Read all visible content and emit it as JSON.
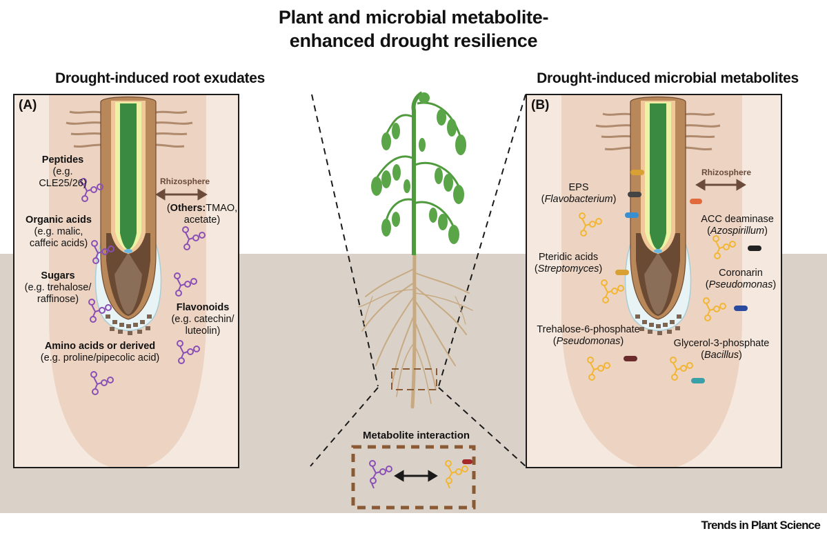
{
  "figure": {
    "title_line1": "Plant and microbial metabolite-",
    "title_line2": "enhanced drought resilience",
    "journal": "Trends in Plant Science",
    "colors": {
      "soil": "#dad2c9",
      "panel_bg": "#f5e8de",
      "rhizosphere": "#ecd3c2",
      "plant_metabolite": "#8a4fb5",
      "microbial_metabolite": "#f2b632",
      "stele": "#3a8a42",
      "cortex": "#b8875a",
      "root_cap": "#7d6350",
      "root_hair": "#b08a6c"
    }
  },
  "panel_a": {
    "heading": "Drought-induced root exudates",
    "label": "(A)",
    "rhizosphere_label": "Rhizosphere",
    "items": [
      {
        "name": "Peptides",
        "example": "(e.g. CLE25/26)"
      },
      {
        "name": "Organic acids",
        "example_line1": "(e.g. malic,",
        "example_line2": "caffeic acids)"
      },
      {
        "name": "Sugars",
        "example_line1": "(e.g. trehalose/",
        "example_line2": "raffinose)"
      },
      {
        "name": "Amino acids or derived",
        "example": "(e.g. proline/pipecolic acid)"
      },
      {
        "name": "Flavonoids",
        "example_line1": "(e.g. catechin/",
        "example_line2": "luteolin)"
      },
      {
        "name": "Others:",
        "example_line1": "TMAO,",
        "example_line2": "acetate)"
      }
    ]
  },
  "panel_b": {
    "heading": "Drought-induced microbial metabolites",
    "label": "(B)",
    "rhizosphere_label": "Rhizosphere",
    "items": [
      {
        "metabolite": "EPS",
        "microbe": "Flavobacterium"
      },
      {
        "metabolite": "ACC deaminase",
        "microbe": "Azospirillum"
      },
      {
        "metabolite": "Pteridic acids",
        "microbe": "Streptomyces"
      },
      {
        "metabolite": "Coronarin",
        "microbe": "Pseudomonas"
      },
      {
        "metabolite": "Trehalose-6-phosphate",
        "microbe": "Pseudomonas"
      },
      {
        "metabolite": "Glycerol-3-phosphate",
        "microbe": "Bacillus"
      }
    ]
  },
  "center": {
    "interaction_title": "Metabolite interaction"
  }
}
